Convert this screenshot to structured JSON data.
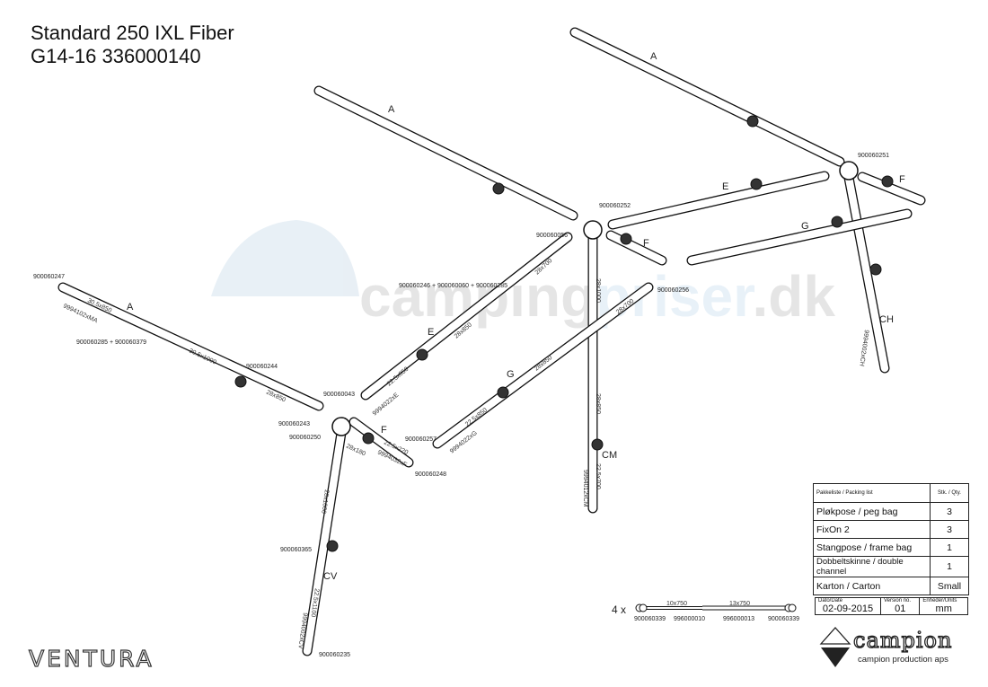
{
  "title": {
    "line1": "Standard 250 IXL Fiber",
    "line2": "G14-16 336000140"
  },
  "watermark": {
    "part1": "camping",
    "part2": "priser",
    "part3": ".dk"
  },
  "brand": {
    "ventura": "VENTURA",
    "campion_name": "campion",
    "campion_sub": "campion production aps"
  },
  "letters": {
    "a1": "A",
    "a2": "A",
    "a3": "A",
    "e1": "E",
    "e2": "E",
    "f1": "F",
    "f2": "F",
    "f3": "F",
    "g1": "G",
    "g2": "G",
    "cv": "CV",
    "cm": "CM",
    "ch": "CH"
  },
  "parts": {
    "p247": "900060247",
    "p285_379": "900060285 + 900060379",
    "p244": "900060244",
    "p243": "900060243",
    "p250": "900060250",
    "p043": "900060043",
    "p248": "900060248",
    "p257": "900060257",
    "p256": "900060256",
    "p246_060_285": "900060246 + 900060060 + 900060285",
    "p056": "900060056",
    "p252": "900060252",
    "p251": "900060251",
    "p365": "900060365",
    "p235": "900060235"
  },
  "dims": {
    "a_305x850": "30.5x850",
    "a_305x1000": "30.5x1000",
    "a_28x850": "28x850",
    "a_code": "9994102xMA",
    "e_28x700": "28x700",
    "e_28x850": "28x850",
    "e_225x850": "22.5x850",
    "e_code": "9994022xE",
    "f_28x180": "28x180",
    "f_225x220": "22.5x220",
    "f_code": "9994032xF",
    "g_28x700": "28x700",
    "g_28x850": "28x850",
    "g_225x850": "22.5x850",
    "g_code": "9994022xG",
    "cm_28x1000": "28x1000",
    "cm_28x850": "28x850",
    "cm_225x700": "22.5x700",
    "cm_code": "9994012xCM",
    "cv_28x1000": "28x1000",
    "cv_225x1100": "22.5x1100",
    "cv_code": "9994002xCV",
    "ch_code": "9994002xCH"
  },
  "channel": {
    "qty": "4 x",
    "dim1": "10x750",
    "dim2": "13x750",
    "p1": "900060339",
    "p2": "996000010",
    "p3": "996000013",
    "p4": "900060339"
  },
  "packing": {
    "header": "Pakkeliste / Packing list",
    "qty_header": "Stk. / Qty.",
    "rows": [
      {
        "item": "Pløkpose / peg bag",
        "qty": "3"
      },
      {
        "item": "FixOn 2",
        "qty": "3"
      },
      {
        "item": "Stangpose / frame bag",
        "qty": "1"
      },
      {
        "item": "Dobbeltskinne / double channel",
        "qty": "1"
      },
      {
        "item": "Karton / Carton",
        "qty": "Small"
      }
    ]
  },
  "meta": {
    "date_label": "Dato/Date",
    "date": "02-09-2015",
    "version_label": "Version no.",
    "version": "01",
    "units_label": "Enheder/Units",
    "units": "mm"
  }
}
